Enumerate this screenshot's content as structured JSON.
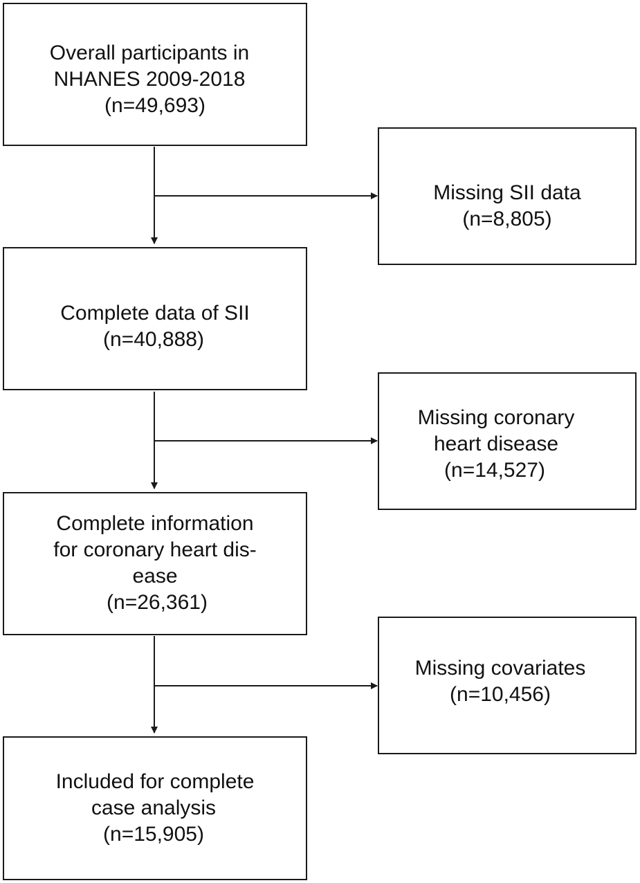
{
  "flow": {
    "participants": {
      "line1": "Overall participants in",
      "line2": "NHANES 2009-2018",
      "count": "(n=49,693)"
    },
    "complete_sii": {
      "line1": "Complete data of  SII",
      "count": "(n=40,888)"
    },
    "complete_chd": {
      "line1": "Complete information",
      "line2": "for coronary heart dis-",
      "line3": "ease",
      "count": "(n=26,361)"
    },
    "included": {
      "line1": "Included for complete",
      "line2": "case analysis",
      "count": "(n=15,905)"
    }
  },
  "exclusions": {
    "missing_sii": {
      "line1": "Missing SII data",
      "count": "(n=8,805)"
    },
    "missing_chd": {
      "line1": "Missing coronary",
      "line2": "heart disease",
      "count": "(n=14,527)"
    },
    "missing_covariates": {
      "line1": "Missing covariates",
      "count": "(n=10,456)"
    }
  }
}
